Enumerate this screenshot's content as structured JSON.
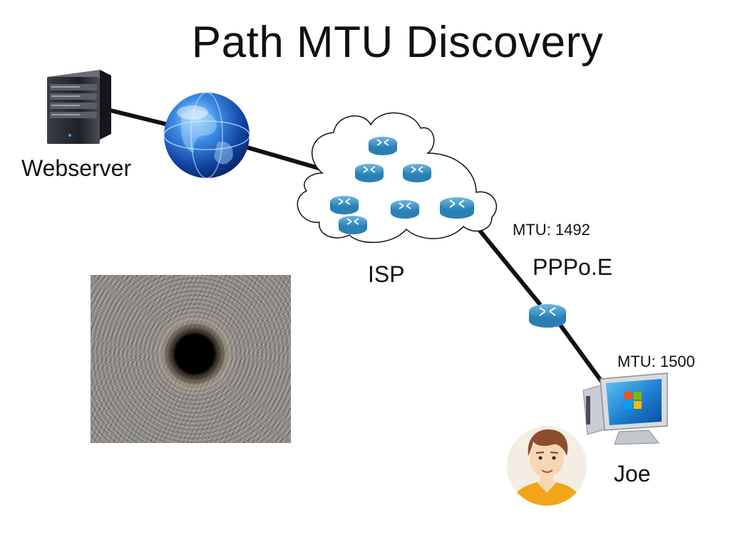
{
  "title": "Path MTU Discovery",
  "labels": {
    "webserver": "Webserver",
    "isp": "ISP",
    "pppoe": "PPPo.E",
    "joe": "Joe",
    "mtu_isp": "MTU: 1492",
    "mtu_joe": "MTU: 1500"
  },
  "colors": {
    "router_blue": "#3b93c5",
    "link": "#111111",
    "globe_blue": "#1e5fc8",
    "server_dark": "#2a2d33",
    "avatar_bg": "#f3ede4",
    "shirt": "#f2a51b"
  },
  "icons": [
    "server-icon",
    "globe-icon",
    "cloud-icon",
    "router-icon",
    "computer-icon",
    "avatar-icon",
    "black-hole-image"
  ]
}
